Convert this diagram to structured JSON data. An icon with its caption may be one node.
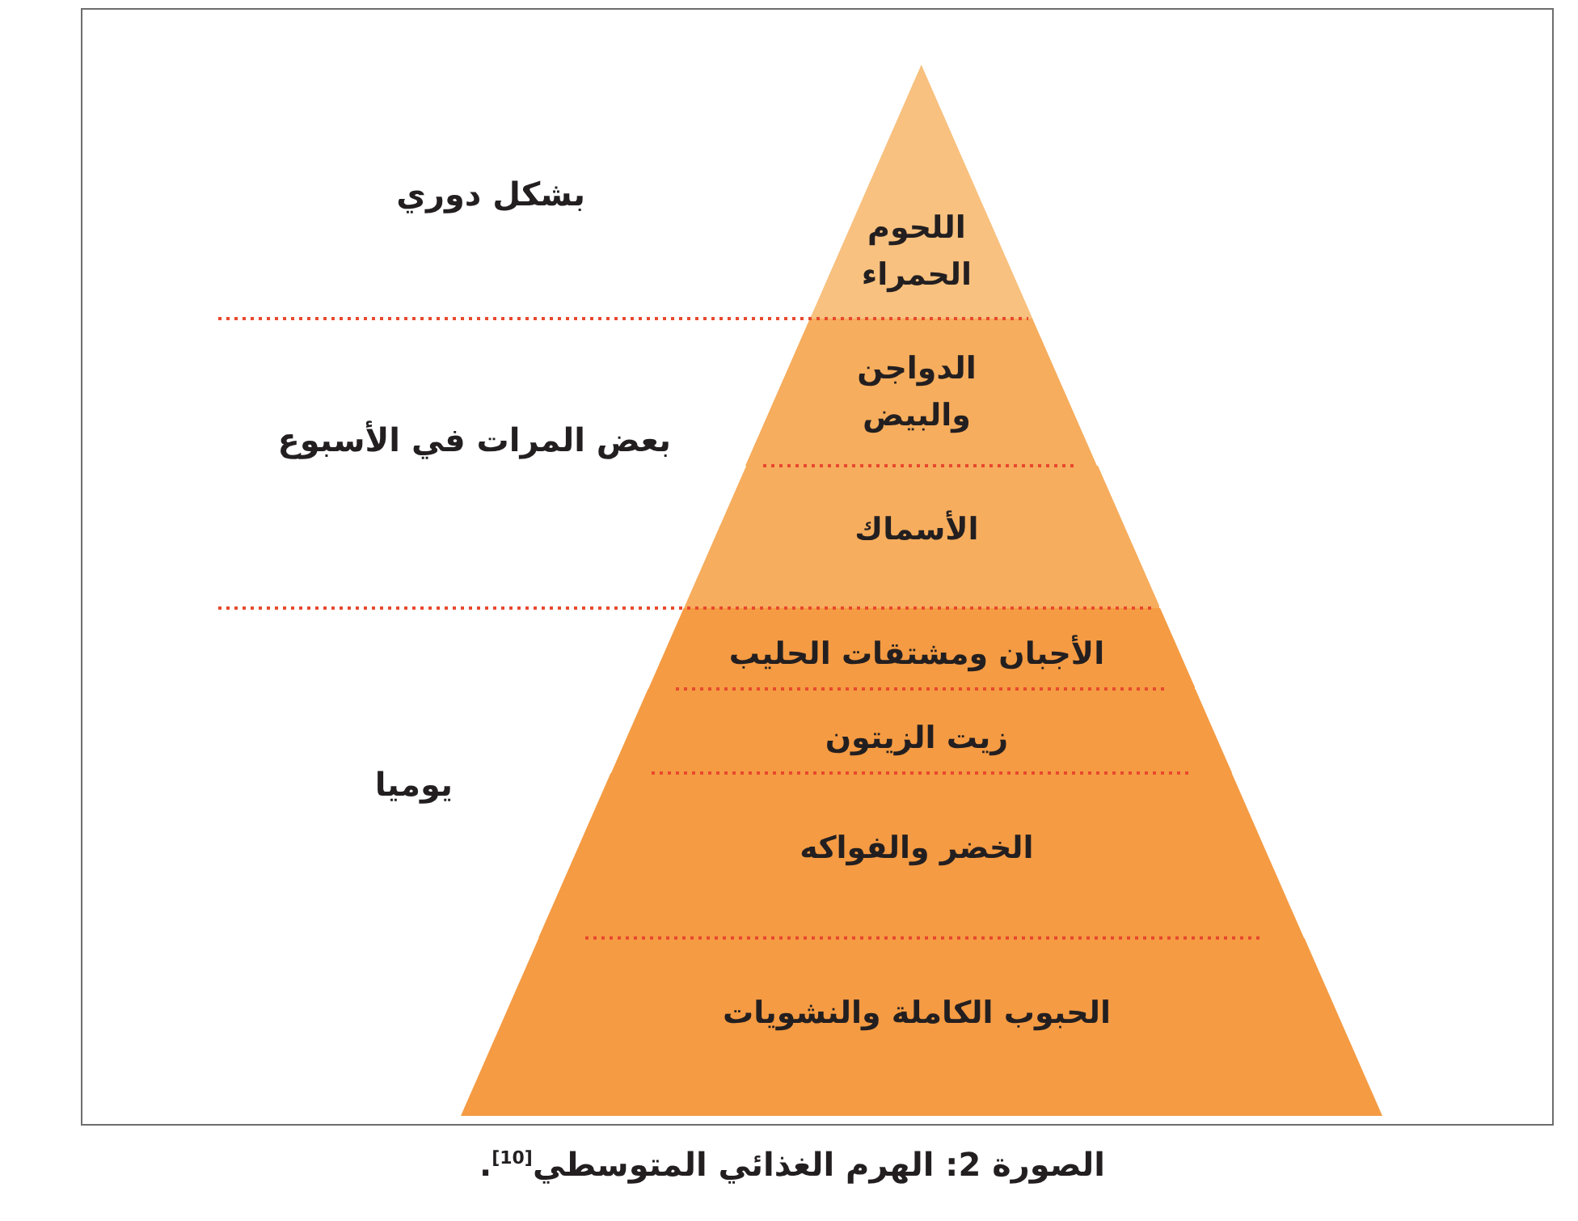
{
  "diagram": {
    "caption": "الصورة 2: الهرم الغذائي المتوسطي$^{[10]}$.",
    "nodes": [
      {
        "text": [
          "اللحوم الحمراء"
        ]
      },
      {
        "text": [
          "الدواجن والبيض"
        ]
      },
      {
        "text": [
          "الأسماك"
        ]
      },
      {
        "text": [
          "الأجبان ومشتقات الحليب"
        ]
      },
      {
        "text": [
          "زيت الزيتون"
        ]
      },
      {
        "text": [
          "الخضر والفواكه"
        ]
      },
      {
        "text": [
          "الحبوب الكاملة والنشويات"
        ]
      }
    ],
    "labels": [
      "بشكل دوري",
      "بعض المرات في الأسبوع",
      "يوميا"
    ]
  }
}
